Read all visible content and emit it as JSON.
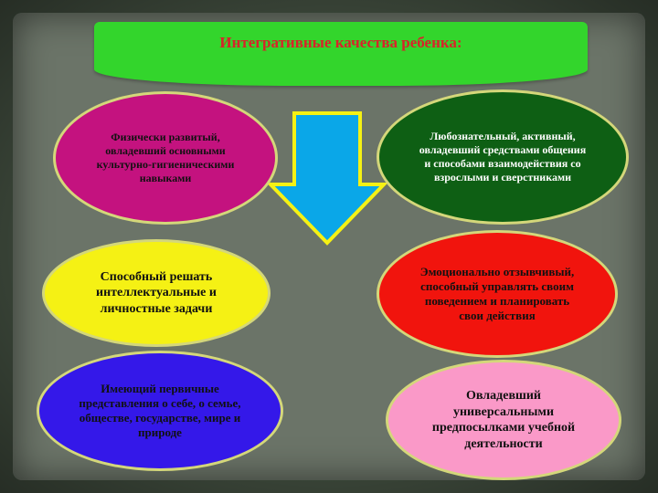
{
  "title": "Интегративные качества ребенка:",
  "qualities": [
    "Физически развитый, овладевший основными культурно-гигиеническими навыками",
    "Любознательный, активный, овладевший средствами общения и способами взаимодействия со взрослыми и сверстниками",
    "Способный решать интеллектуальные  и личностные задачи",
    "Эмоционально отзывчивый, способный управлять своим поведением и планировать свои действия",
    "Имеющий первичные представления о себе, о семье, обществе, государстве, мире и природе",
    "Овладевший универсальными предпосылками учебной деятельности"
  ],
  "colors": {
    "banner": "#33d52c",
    "title_text": "#d8232a",
    "arrow_fill": "#0aa7e8",
    "arrow_outline": "#f5f114",
    "q1": "#c4127f",
    "q2": "#0e5f14",
    "q3": "#f5f114",
    "q4": "#f1140d",
    "q5": "#3418e9",
    "q6": "#fa99c8"
  }
}
